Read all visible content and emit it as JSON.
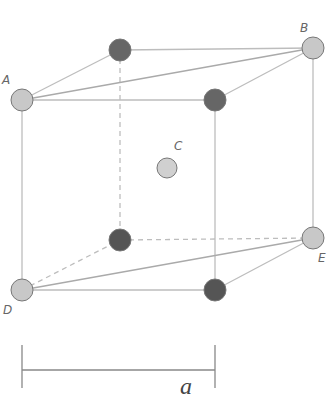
{
  "diagram": {
    "labels": [
      "A",
      "B",
      "C",
      "D",
      "E",
      "a"
    ]
  }
}
